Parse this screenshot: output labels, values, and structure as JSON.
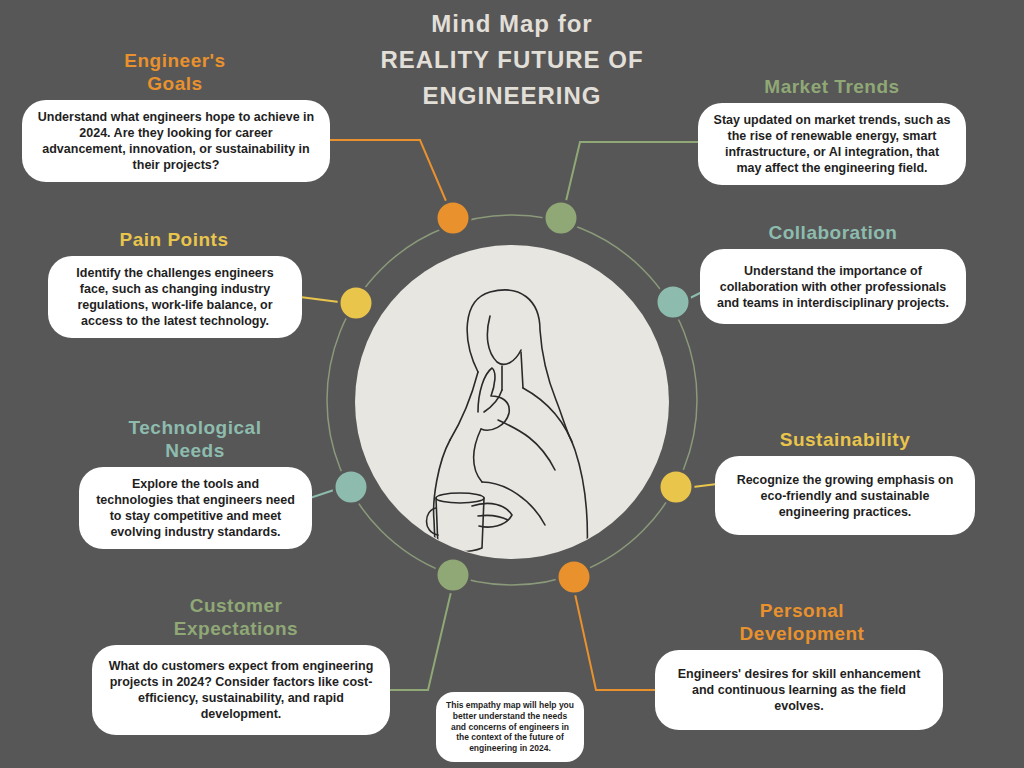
{
  "diagram": {
    "title": "Mind Map for REALITY FUTURE OF ENGINEERING",
    "nodes": [
      {
        "text": [
          "Engineer's Goals",
          "Understand what engineers hope to achieve in 2024. Are they looking for career advancement, innovation, or sustainability in their projects?"
        ]
      },
      {
        "text": [
          "Market Trends",
          "Stay updated on market trends, such as the rise of renewable energy, smart infrastructure, or AI integration, that may affect the engineering field."
        ]
      },
      {
        "text": [
          "Pain Points",
          "Identify the challenges engineers face, such as changing industry regulations, work-life balance, or access to the latest technology."
        ]
      },
      {
        "text": [
          "Collaboration",
          "Understand the importance of collaboration with other professionals and teams in interdisciplinary projects."
        ]
      },
      {
        "text": [
          "Technological Needs",
          "Explore the tools and technologies that engineers need to stay competitive and meet evolving industry standards."
        ]
      },
      {
        "text": [
          "Sustainability",
          "Recognize the growing emphasis on eco-friendly and sustainable engineering practices."
        ]
      },
      {
        "text": [
          "Customer Expectations",
          "What do customers expect from engineering projects in 2024? Consider factors like cost-efficiency, sustainability, and rapid development."
        ]
      },
      {
        "text": [
          "Personal Development",
          "Engineers' desires for skill enhancement and continuous learning as the field evolves."
        ]
      },
      {
        "text": [
          "This empathy map will help you better understand the needs and concerns of engineers in the context of the future of engineering in 2024."
        ]
      }
    ]
  }
}
